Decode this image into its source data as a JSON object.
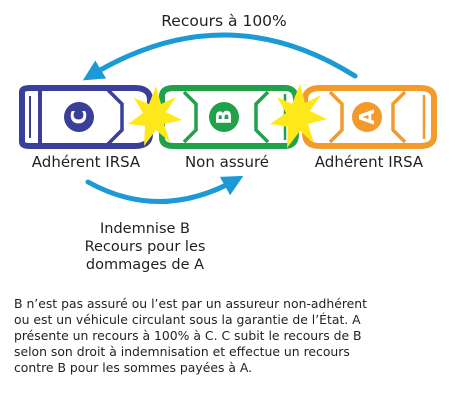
{
  "top_arrow_label": "Recours à 100%",
  "cars": [
    {
      "letter": "C",
      "label": "Adhérent IRSA",
      "color": "#3a3f9a"
    },
    {
      "letter": "B",
      "label": "Non assuré",
      "color": "#21a14a"
    },
    {
      "letter": "A",
      "label": "Adhérent IRSA",
      "color": "#f39a2d"
    }
  ],
  "bottom_arrow_lines": [
    "Indemnise B",
    "Recours pour les",
    "dommages de A"
  ],
  "caption_lines": [
    "B n’est pas assuré ou l’est par un assureur non-adhérent",
    "ou est un véhicule circulant sous la garantie de l’État. A",
    "présente un recours à 100% à C. C subit le recours de B",
    "selon son droit à indemnisation et effectue un recours",
    "contre B pour les sommes payées à A."
  ],
  "colors": {
    "arrow": "#1b9ad6",
    "impact": "#ffe81a",
    "text": "#231f20"
  }
}
